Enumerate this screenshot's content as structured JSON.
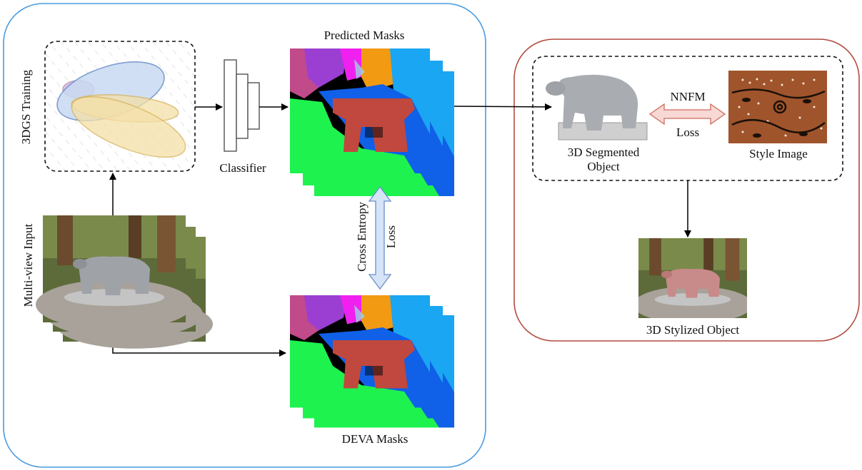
{
  "labels": {
    "gs_training": "3DGS Training",
    "classifier": "Classifier",
    "predicted_masks": "Predicted Masks",
    "cross_entropy": "Cross Entropy",
    "ce_loss": "Loss",
    "multiview_input": "Multi-view Input",
    "deva_masks": "DEVA Masks",
    "nnfm": "NNFM",
    "nnfm_loss": "Loss",
    "segmented_object_line1": "3D Segmented",
    "segmented_object_line2": "Object",
    "style_image": "Style Image",
    "stylized_object": "3D Stylized Object"
  },
  "colors": {
    "left_panel_border": "#4a9be0",
    "right_panel_border": "#b24a3f",
    "mask_red": "#c0483e",
    "mask_green": "#1ef24e",
    "mask_blue": "#1060e8",
    "mask_purple": "#9a3fd2",
    "mask_orange": "#f29a12",
    "mask_sky": "#1aa6f2",
    "mask_magenta": "#f020f0",
    "mask_pink": "#c04a8a",
    "style_brown": "#a0542c",
    "stylized_pink": "#c98a8a"
  }
}
